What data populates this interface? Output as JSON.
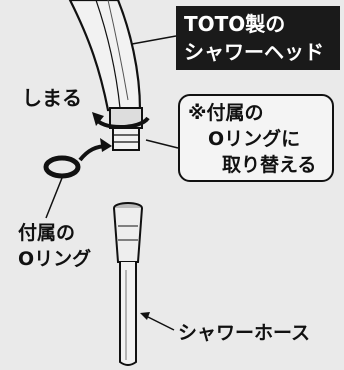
{
  "showerhead_callout": {
    "line1": "TOTO製の",
    "line2": "シャワーヘッド"
  },
  "tighten_label": "しまる",
  "replace_note": {
    "line1": "※付属の",
    "line2": "Oリングに",
    "line3": "取り替える"
  },
  "oring_label": {
    "line1": "付属の",
    "line2": "Oリング"
  },
  "hose_label": "シャワーホース"
}
